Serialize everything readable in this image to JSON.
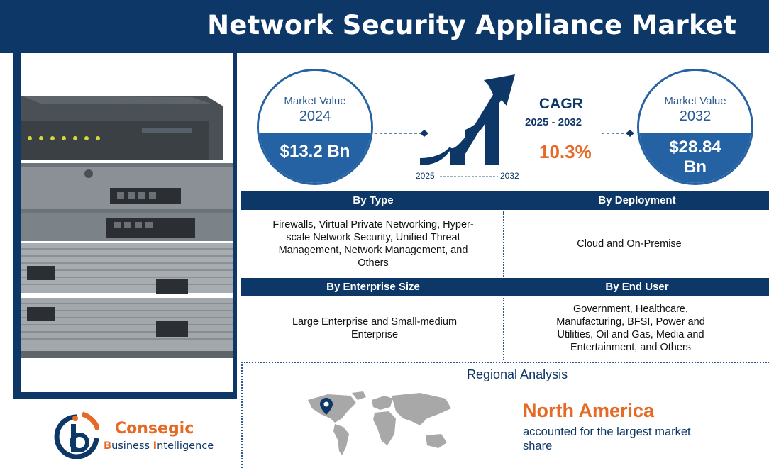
{
  "header": {
    "title": "Network Security Appliance Market"
  },
  "market_2024": {
    "label": "Market Value",
    "year": "2024",
    "value": "$13.2 Bn"
  },
  "cagr": {
    "word": "CAGR",
    "range": "2025 - 2032",
    "value": "10.3%",
    "arrow_label": "CAGR",
    "start_year": "2025",
    "end_year": "2032"
  },
  "market_2032": {
    "label": "Market Value",
    "year": "2032",
    "value_line1": "$28.84",
    "value_line2": "Bn"
  },
  "segments": {
    "type": {
      "title": "By Type",
      "body": "Firewalls, Virtual Private Networking, Hyper-scale Network Security, Unified Threat Management, Network Management, and Others"
    },
    "deployment": {
      "title": "By Deployment",
      "body": "Cloud and On-Premise"
    },
    "enterprise_size": {
      "title": "By Enterprise Size",
      "body": "Large Enterprise and Small-medium Enterprise"
    },
    "end_user": {
      "title": "By End User",
      "body": "Government, Healthcare, Manufacturing, BFSI, Power and Utilities, Oil and Gas, Media and Entertainment, and Others"
    }
  },
  "regional": {
    "title": "Regional Analysis",
    "leader": "North America",
    "note": "accounted for the largest market share"
  },
  "logo": {
    "name": "Consegic",
    "sub_b": "B",
    "sub_rest1": "usiness ",
    "sub_i": "I",
    "sub_rest2": "ntelligence"
  },
  "colors": {
    "navy": "#0d3766",
    "blue": "#2562a3",
    "orange": "#e56a25",
    "map_gray": "#a8a8a8"
  },
  "icons": [
    "network-appliance-photo",
    "growth-arrow-icon",
    "world-map",
    "location-pin-icon",
    "consegic-logo-icon"
  ]
}
